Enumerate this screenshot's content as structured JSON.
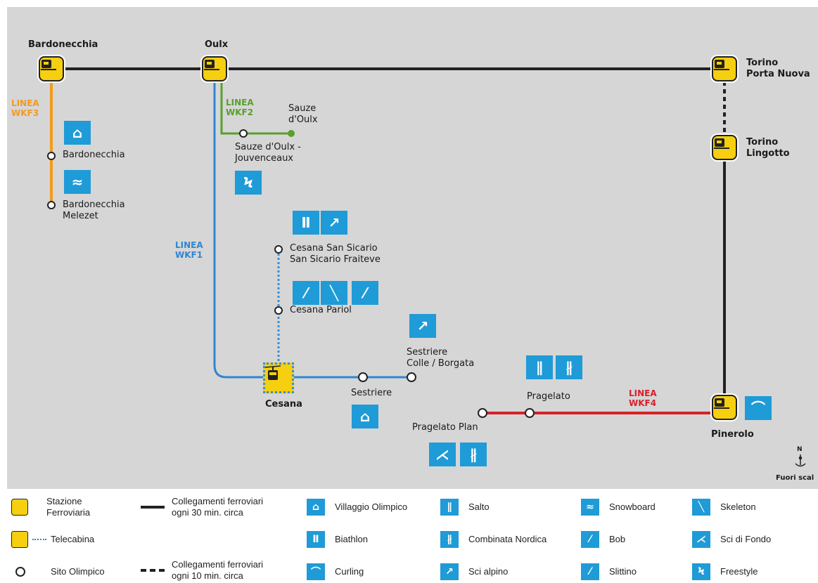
{
  "lines": {
    "wkf1": {
      "label": "LINEA\nWKF1",
      "color": "#2f86d3"
    },
    "wkf2": {
      "label": "LINEA\nWKF2",
      "color": "#5aa02c"
    },
    "wkf3": {
      "label": "LINEA\nWKF3",
      "color": "#f39a1d"
    },
    "wkf4": {
      "label": "LINEA\nWKF4",
      "color": "#d9202a"
    }
  },
  "stations": {
    "bardonecchia": "Bardonecchia",
    "oulx": "Oulx",
    "torino_porta_nuova": "Torino\nPorta Nuova",
    "torino_lingotto": "Torino\nLingotto",
    "pinerolo": "Pinerolo",
    "cesana": "Cesana"
  },
  "sites": {
    "sauze": "Sauze\nd'Oulx",
    "sauze_jouvenceaux": "Sauze d'Oulx -\nJouvenceaux",
    "bardonecchia": "Bardonecchia",
    "bardonecchia_melezet": "Bardonecchia\nMelezet",
    "cesana_san_sicario": "Cesana San Sicario\nSan Sicario Fraiteve",
    "cesana_pariol": "Cesana Pariol",
    "sestriere_colle": "Sestriere\nColle / Borgata",
    "sestriere": "Sestriere",
    "pragelato": "Pragelato",
    "pragelato_plan": "Pragelato Plan"
  },
  "compass": {
    "north": "N",
    "scale_note": "Fuori scal"
  },
  "legend": {
    "stazione": "Stazione\nFerroviaria",
    "telecabina": "Telecabina",
    "sito": "Sito Olimpico",
    "collegamenti_30": "Collegamenti ferroviari\nogni 30 min. circa",
    "collegamenti_10": "Collegamenti ferroviari\nogni 10 min. circa",
    "villaggio": "Villaggio Olimpico",
    "biathlon": "Biathlon",
    "curling": "Curling",
    "salto": "Salto",
    "combinata": "Combinata Nordica",
    "sci_alpino": "Sci alpino",
    "snowboard": "Snowboard",
    "bob": "Bob",
    "slittino": "Slittino",
    "skeleton": "Skeleton",
    "sci_fondo": "Sci di Fondo",
    "freestyle": "Freestyle"
  },
  "icons": {
    "villaggio": "villaggio-olimpico-icon",
    "snowboard": "snowboard-icon",
    "freestyle": "freestyle-icon",
    "biathlon": "biathlon-icon",
    "sci_alpino": "sci-alpino-icon",
    "bob": "bob-icon",
    "skeleton": "skeleton-icon",
    "slittino": "slittino-icon",
    "salto": "salto-icon",
    "combinata": "combinata-nordica-icon",
    "curling": "curling-icon",
    "sci_fondo": "sci-di-fondo-icon"
  }
}
